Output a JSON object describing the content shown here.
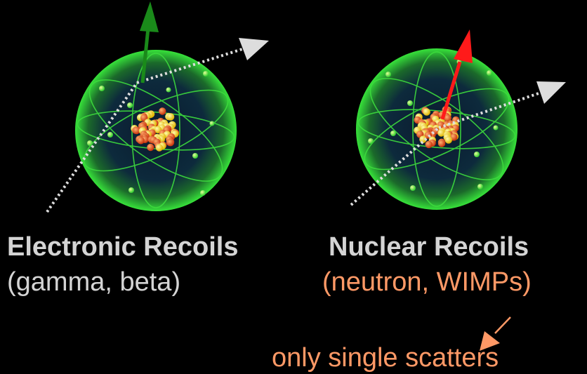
{
  "electronic": {
    "title": "Electronic Recoils",
    "subtitle": "(gamma, beta)"
  },
  "nuclear": {
    "title": "Nuclear Recoils",
    "subtitle": "(neutron, WIMPs)"
  },
  "note": "only single scatters",
  "colors": {
    "background": "#000000",
    "label_text": "#d4d4d4",
    "highlight": "#ff9966",
    "electron_recoil_arrow": "#1a8a1a",
    "nuclear_recoil_arrow": "#ff1a1a",
    "incoming_particle": "#dddddd",
    "orbit": "#3ddc3d"
  }
}
